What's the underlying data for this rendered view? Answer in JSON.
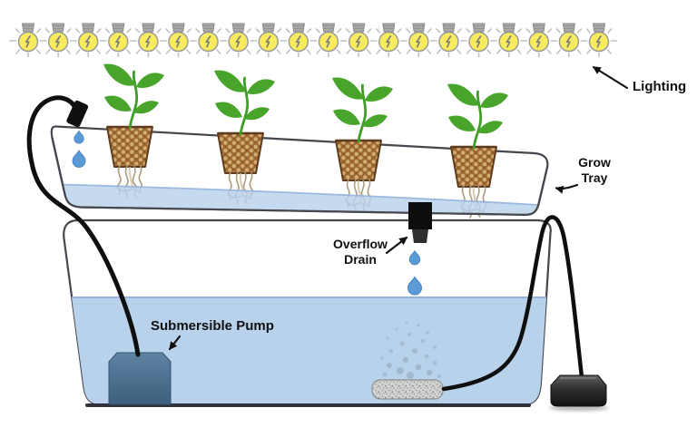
{
  "diagram": {
    "type": "hydroponic-system-diagram",
    "labels": {
      "lighting": "Lighting",
      "grow_tray": "Grow Tray",
      "overflow_drain": "Overflow Drain",
      "submersible_pump": "Submersible Pump"
    },
    "lighting": {
      "bulb_count": 20
    },
    "plants": {
      "count": 4
    },
    "droplets": {
      "drip_line_count": 2,
      "overflow_drain_count": 2
    },
    "icons": {
      "light-bulb-icon": "yellow bulb with lightning bolt and rays",
      "plant-icon": "green seedling with four leaves",
      "net-pot-icon": "brown mesh net pot with hanging roots",
      "water-droplet-icon": "blue teardrop",
      "air-stone-icon": "speckled stone emitting bubbles",
      "air-pump-icon": "black box outside reservoir",
      "submersible-pump-icon": "steel blue box under water",
      "arrow-icon": "black pointer arrow"
    },
    "colors": {
      "label": "#101010",
      "outline": "#46464e",
      "water": "#b9d2ec",
      "waterEdge": "#94b4da",
      "leaf": "#48a42a",
      "stem": "#3f9e28",
      "pot": "#a06a33",
      "potDot": "#d7b47c",
      "potEdge": "#5d3b1c",
      "root": "#a8987a",
      "rootLight": "#cfc3a4",
      "droplet": "#5b9bd5",
      "dropletEdge": "#3c7cc0",
      "tube": "#0f0f0f",
      "pumpTop": "#5f83a3",
      "pumpBottom": "#3e5f7e",
      "airTop": "#606060",
      "airBottom": "#121212",
      "bulb": "#f8ec5e",
      "bulbEdge": "#9b9b9b",
      "cap": "#a8a8a8",
      "ray": "#c2c2c2",
      "bolt": "#7c7c7c",
      "stone": "#d2d2d2",
      "bubble": "#8fa5ba"
    }
  }
}
